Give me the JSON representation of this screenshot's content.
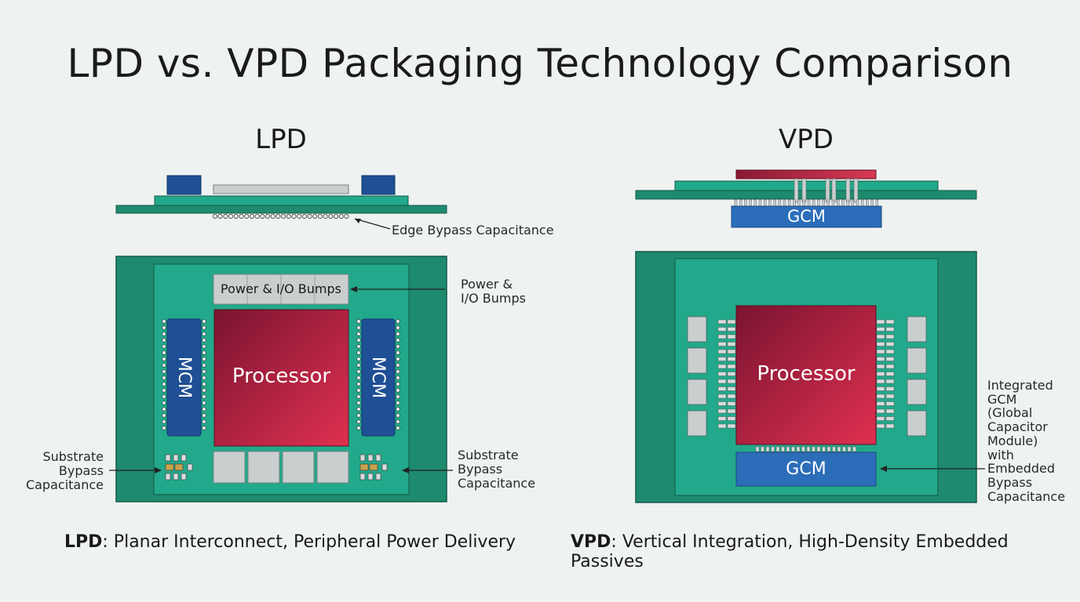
{
  "title": "LPD vs. VPD Packaging Technology Comparison",
  "lpd": {
    "heading": "LPD",
    "edge_annotation": "Edge Bypass Capacitance",
    "bumps_label": "Power & I/O Bumps",
    "bumps_annotation_l1": "Power &",
    "bumps_annotation_l2": "I/O Bumps",
    "mcm_left": "MCM",
    "mcm_right": "MCM",
    "processor": "Processor",
    "substrate_left_l1": "Substrate",
    "substrate_left_l2": "Bypass",
    "substrate_left_l3": "Capacitance",
    "substrate_right_l1": "Substrate",
    "substrate_right_l2": "Bypass",
    "substrate_right_l3": "Capacitance",
    "caption_bold": "LPD",
    "caption_rest": ": Planar Interconnect, Peripheral Power Delivery"
  },
  "vpd": {
    "heading": "VPD",
    "gcm_side": "GCM",
    "processor": "Processor",
    "gcm_top": "GCM",
    "annotation_lines": [
      "Integrated",
      "GCM",
      "(Global",
      "Capacitor",
      "Module)",
      "with",
      "Embedded",
      "Bypass",
      "Capacitance"
    ],
    "caption_bold": "VPD",
    "caption_rest": ": Vertical Integration, High-Density Embedded Passives"
  },
  "colors": {
    "substrate_dark": "#1e8a6e",
    "substrate_light": "#22a88a",
    "processor": "#b5213f",
    "gcm_blue": "#2b6db8",
    "mcm_blue": "#1f4f94",
    "bump_gray": "#c9cfcf"
  }
}
